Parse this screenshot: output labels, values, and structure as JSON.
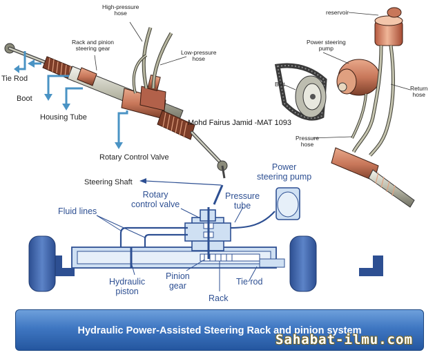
{
  "top_left_labels": {
    "high_pressure_hose": "High-pressure\nhose",
    "rack_and_pinion": "Rack and pinion\nsteering gear",
    "low_pressure_hose": "Low-pressure\nhose",
    "tie_rod": "Tie Rod",
    "boot": "Boot",
    "housing_tube": "Housing Tube",
    "rotary_control_valve": "Rotary Control Valve"
  },
  "top_right_labels": {
    "reservoir": "reservoir",
    "power_steering_pump": "Power steering\npump",
    "belt": "Belt",
    "return_hose": "Return\nhose",
    "pressure_hose": "Pressure\nhose"
  },
  "author_credit": "Mohd Fairus Jamid -MAT 1093",
  "bottom_labels": {
    "steering_shaft": "Steering Shaft",
    "power_steering_pump": "Power\nsteering pump",
    "rotary_control_valve": "Rotary\ncontrol valve",
    "pressure_tube": "Pressure\ntube",
    "fluid_lines": "Fluid lines",
    "hydraulic_piston": "Hydraulic\npiston",
    "pinion_gear": "Pinion\ngear",
    "tie_rod": "Tie rod",
    "rack": "Rack"
  },
  "banner": {
    "title": "Hydraulic Power-Assisted Steering Rack and pinion system",
    "watermark": "Sahabat-ilmu.com"
  },
  "colors": {
    "arrow": "#4a93c4",
    "diagram_blue": "#2d4f92",
    "diagram_fill": "#cfe0f3",
    "copper": "#c8775a",
    "banner": "#3f77c2"
  }
}
